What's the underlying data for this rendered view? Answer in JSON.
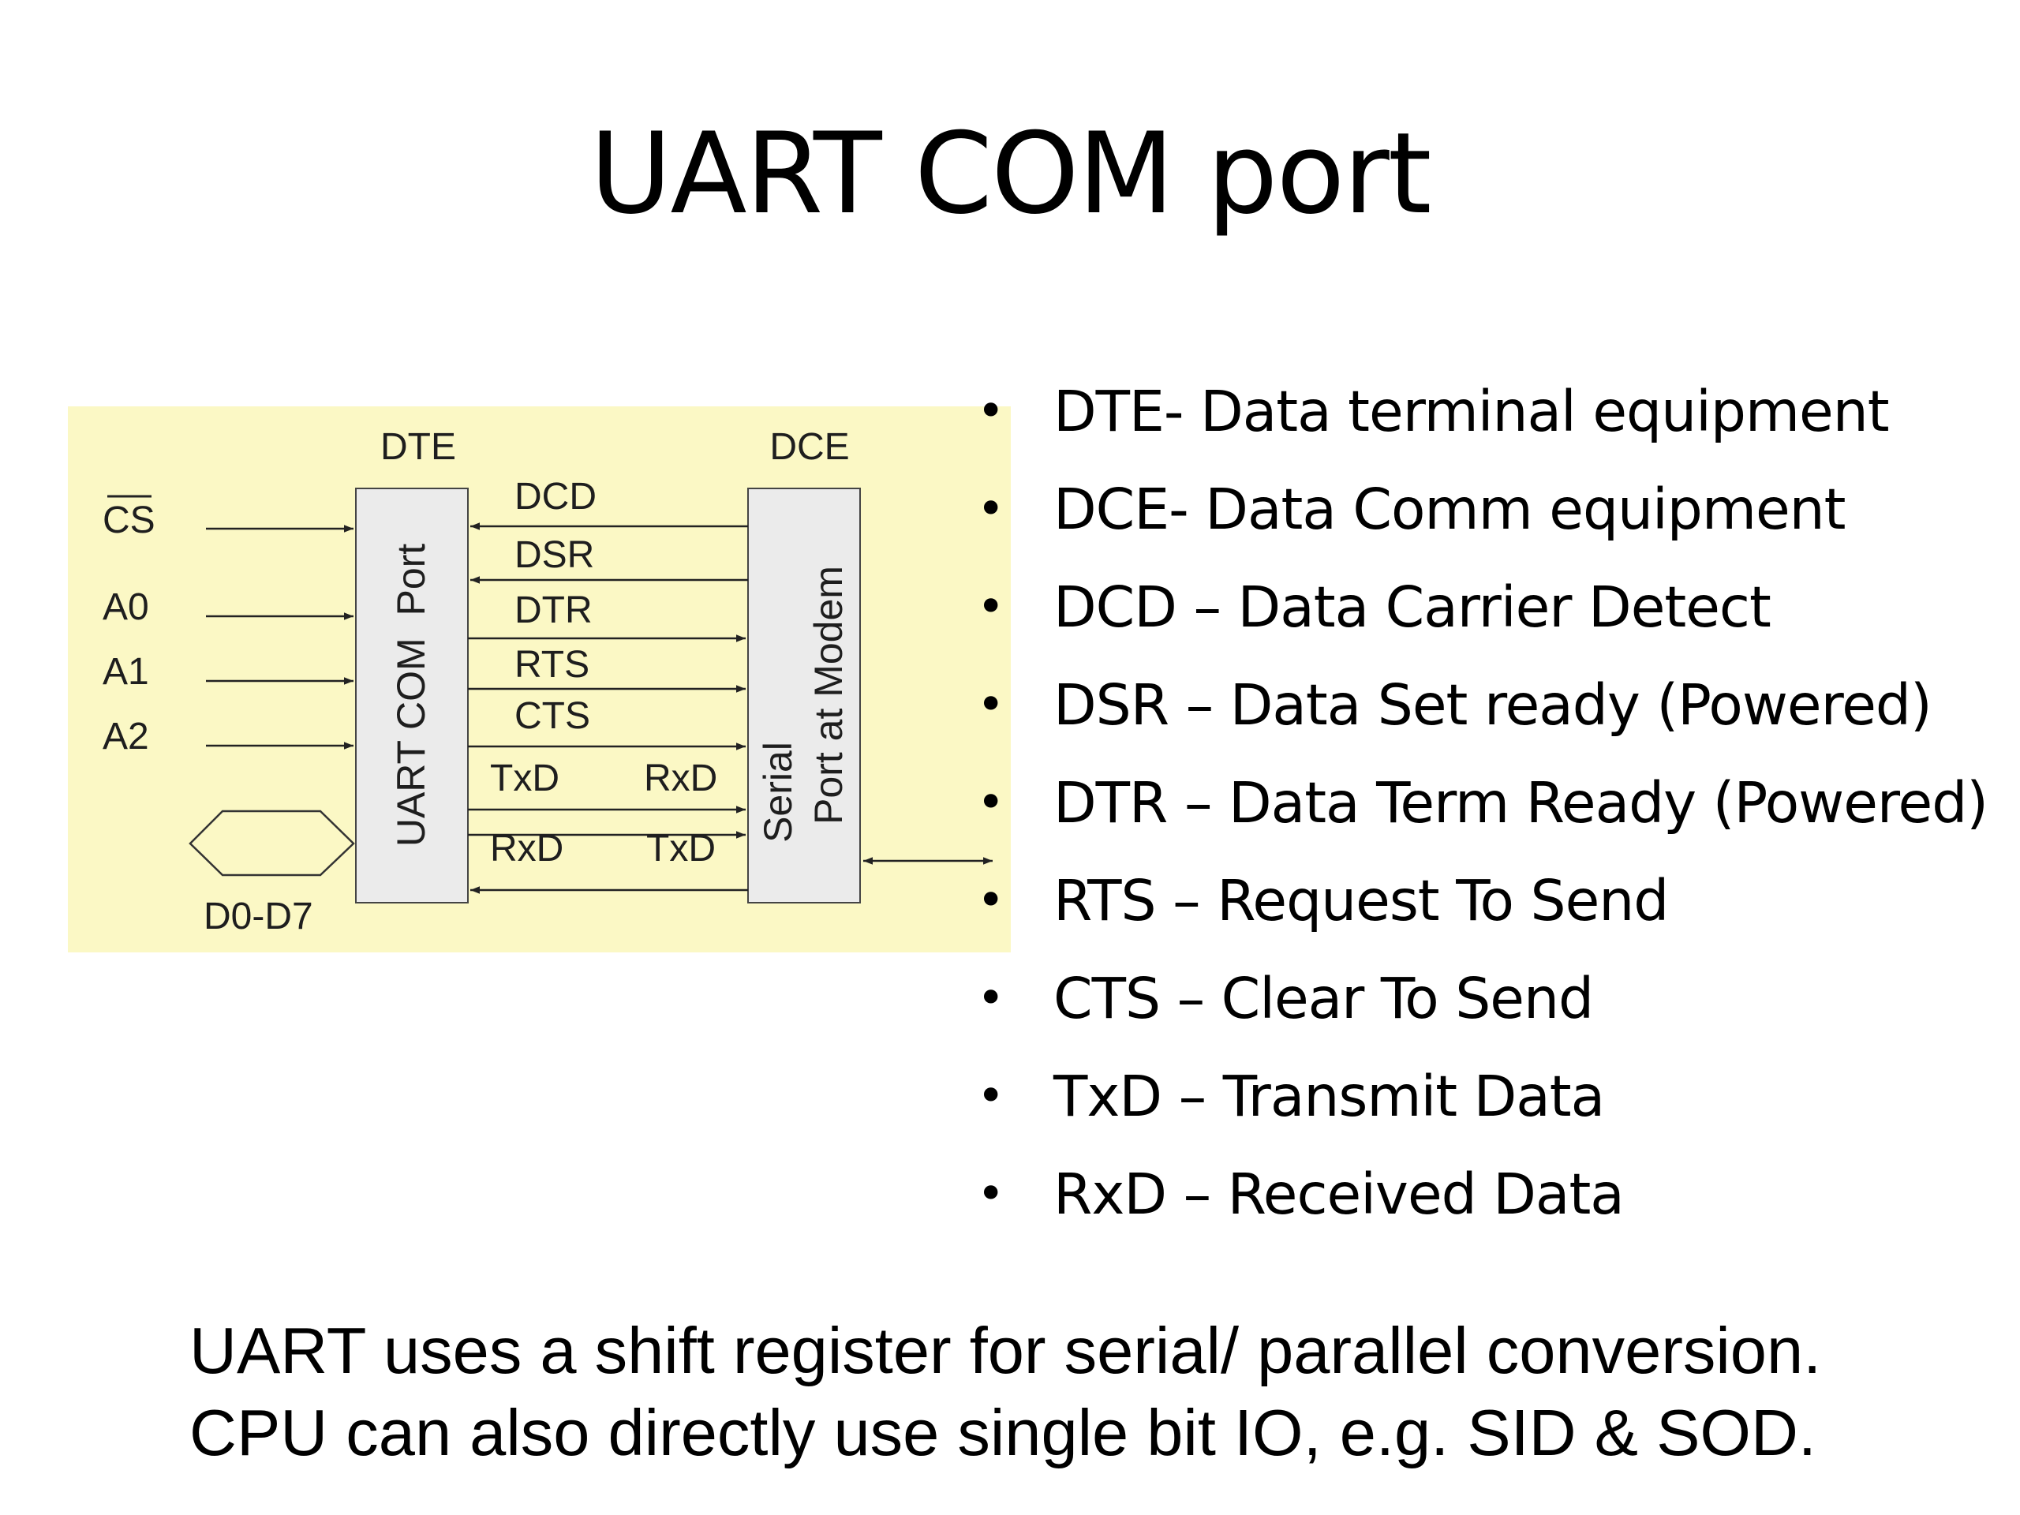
{
  "slide": {
    "title": "UART COM port",
    "caption": [
      "UART uses a shift register for serial/ parallel conversion.",
      "CPU can also directly use single bit IO, e.g. SID & SOD."
    ]
  },
  "diagram": {
    "background_color": "#fbf8c5",
    "dte_label": "DTE",
    "dce_label": "DCE",
    "uart_box_label": "UART COM  Port",
    "modem_box_label_line1": "Serial",
    "modem_box_label_line2": "Port at Modem",
    "cs_label": "CS",
    "a0_label": "A0",
    "a1_label": "A1",
    "a2_label": "A2",
    "data_bus_label": "D0-D7",
    "signals": {
      "dcd": "DCD",
      "dsr": "DSR",
      "dtr": "DTR",
      "rts": "RTS",
      "cts": "CTS",
      "txd_left": "TxD",
      "rxd_right": "RxD",
      "rxd_left": "RxD",
      "txd_right": "TxD"
    }
  },
  "bullets": [
    "DTE- Data terminal equipment",
    "DCE- Data Comm equipment",
    "DCD – Data Carrier Detect",
    "DSR – Data Set ready (Powered)",
    "DTR – Data Term Ready (Powered)",
    "RTS – Request To Send",
    "CTS – Clear To Send",
    "TxD – Transmit Data",
    "RxD – Received Data"
  ]
}
